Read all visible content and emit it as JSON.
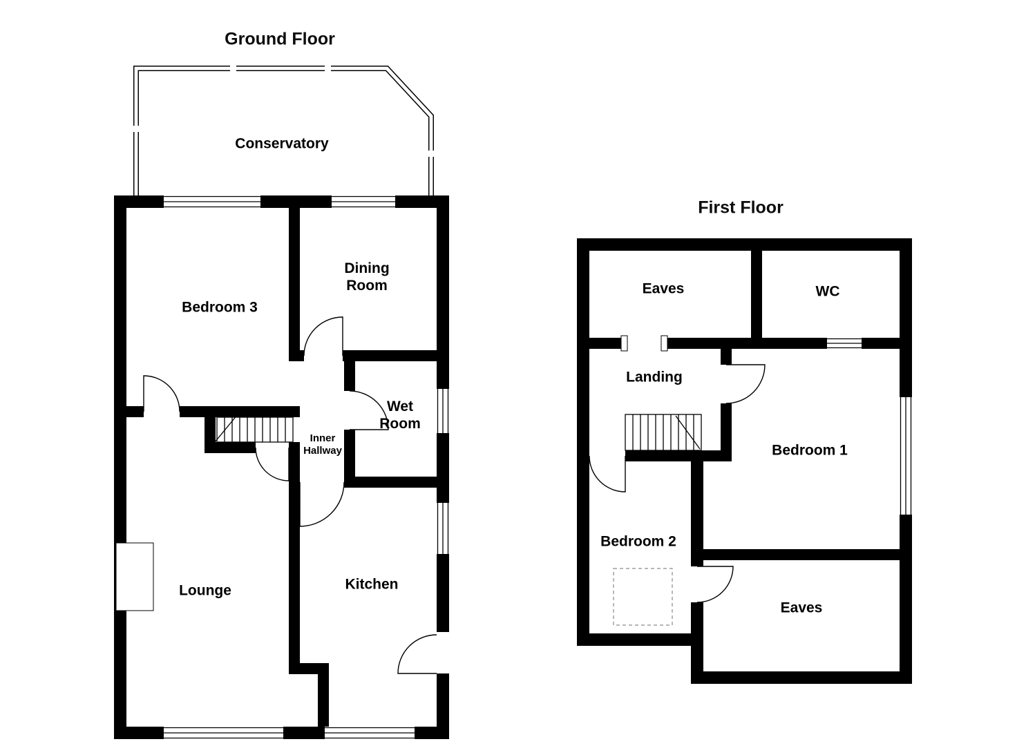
{
  "colors": {
    "wall": "#000000",
    "background": "#ffffff",
    "dashed_outline": "#8a8a8a"
  },
  "ground_floor": {
    "title": "Ground Floor",
    "rooms": {
      "conservatory": "Conservatory",
      "bedroom3": "Bedroom 3",
      "dining_room": "Dining\nRoom",
      "wet_room": "Wet\nRoom",
      "inner_hallway": "Inner\nHallway",
      "lounge": "Lounge",
      "kitchen": "Kitchen"
    }
  },
  "first_floor": {
    "title": "First Floor",
    "rooms": {
      "eaves_top": "Eaves",
      "wc": "WC",
      "landing": "Landing",
      "bedroom1": "Bedroom 1",
      "bedroom2": "Bedroom 2",
      "eaves_bottom": "Eaves"
    }
  }
}
